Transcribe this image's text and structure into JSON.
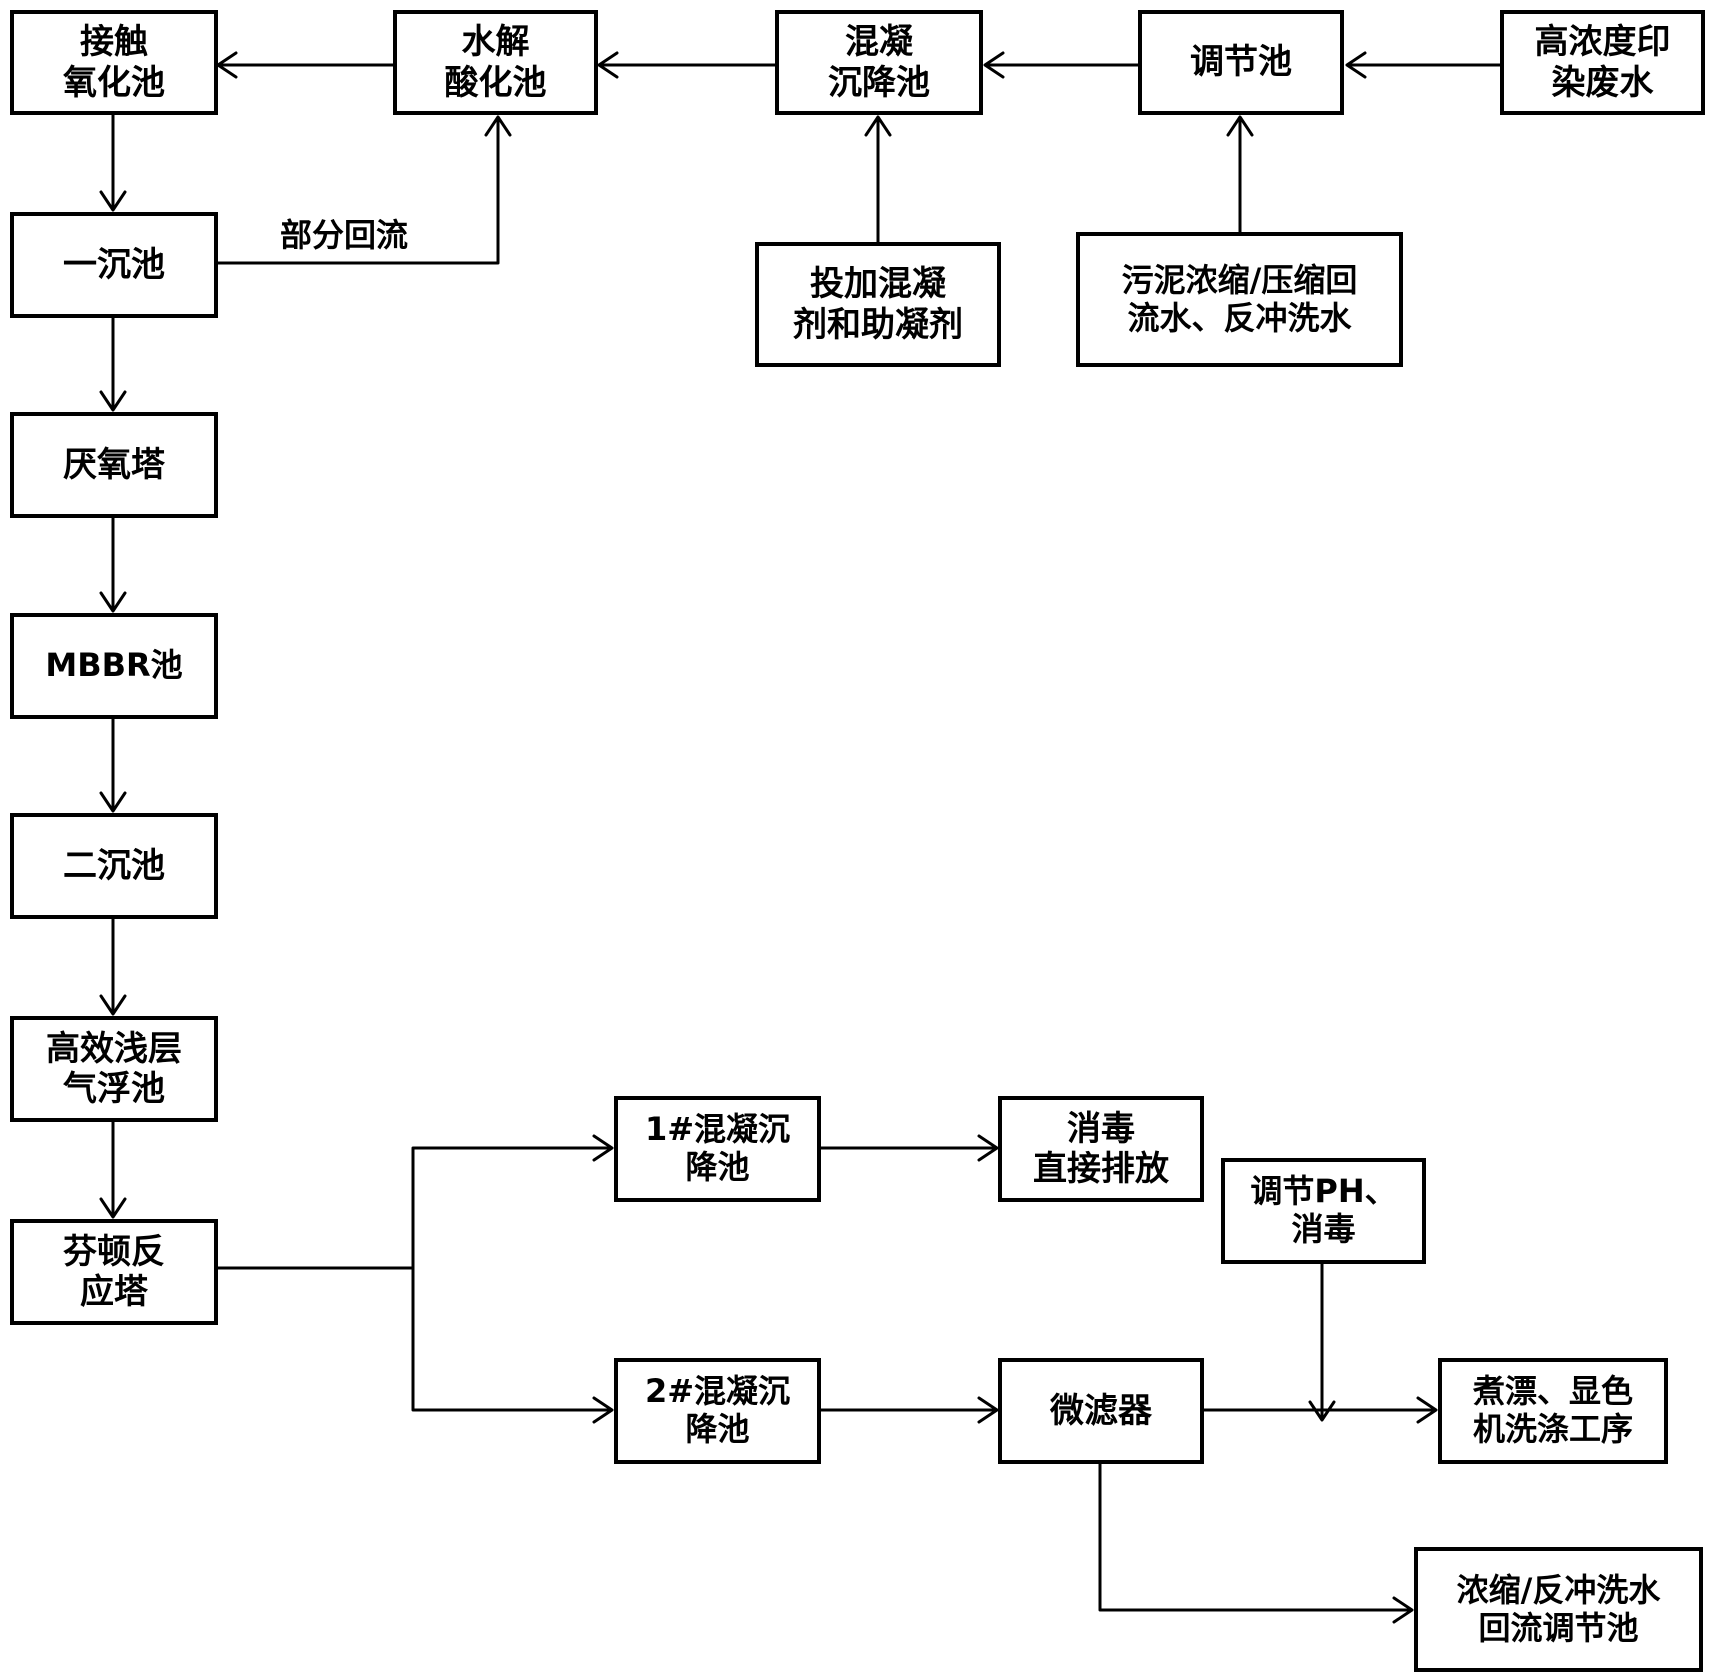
{
  "nodes": {
    "wastewater": "高浓度印\n染废水",
    "regulating_tank": "调节池",
    "coag_settle": "混凝\n沉降池",
    "hydrolysis": "水解\n酸化池",
    "contact_oxidation": "接触\n氧化池",
    "coagulant_dosing": "投加混凝\n剂和助凝剂",
    "sludge_return": "污泥浓缩/压缩回\n流水、反冲洗水",
    "primary_settle": "一沉池",
    "anaerobic_tower": "厌氧塔",
    "mbbr": "MBBR池",
    "secondary_settle": "二沉池",
    "air_flotation": "高效浅层\n气浮池",
    "fenton": "芬顿反\n应塔",
    "coag1": "1#混凝沉\n降池",
    "coag2": "2#混凝沉\n降池",
    "disinfect_discharge": "消毒\n直接排放",
    "microfilter": "微滤器",
    "ph_disinfect": "调节PH、\n消毒",
    "reuse_process": "煮漂、显色\n机洗涤工序",
    "concentrate_return": "浓缩/反冲洗水\n回流调节池"
  },
  "edge_labels": {
    "partial_return": "部分回流"
  }
}
